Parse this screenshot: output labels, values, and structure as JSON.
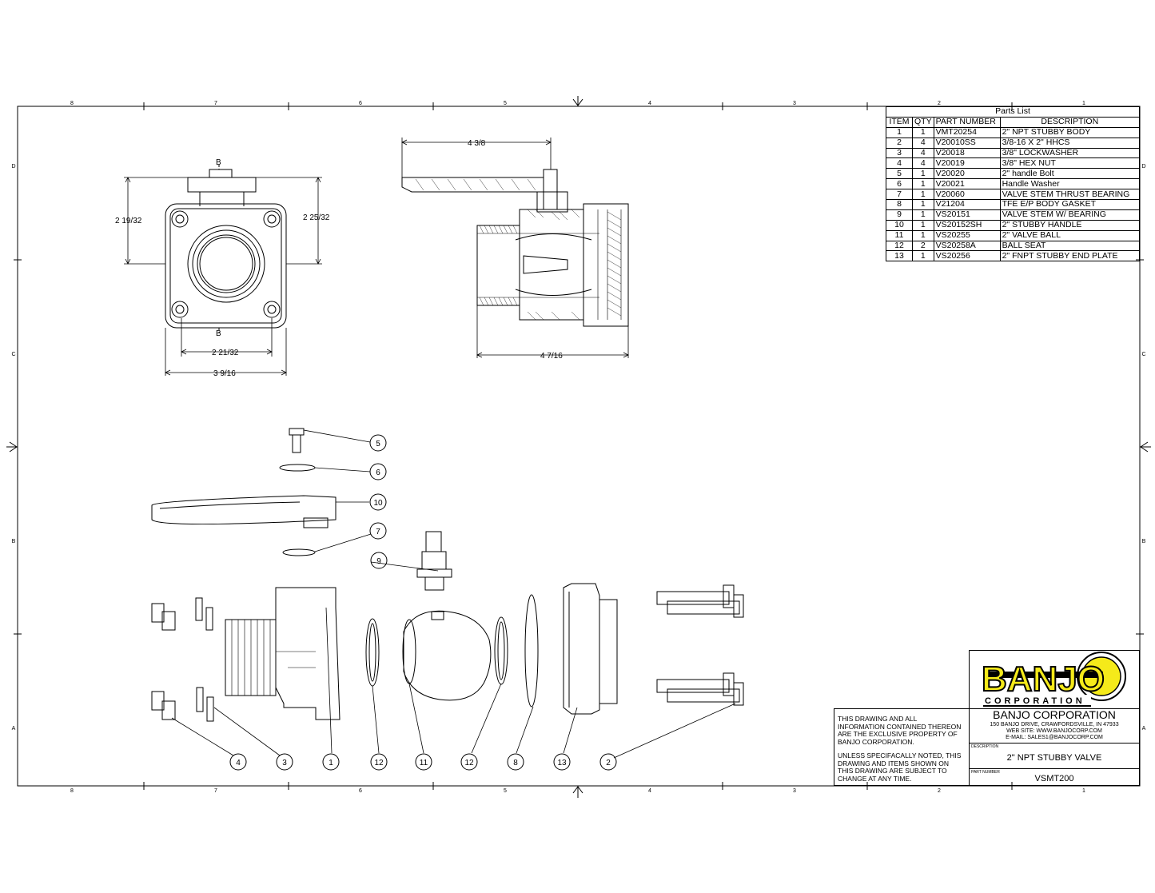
{
  "zones": {
    "columns": [
      "8",
      "7",
      "6",
      "5",
      "4",
      "3",
      "2",
      "1"
    ],
    "rows": [
      "D",
      "C",
      "B",
      "A"
    ]
  },
  "dimensions": {
    "front_height": "2 19/32",
    "front_height_right": "2 25/32",
    "front_bolt_width": "2 21/32",
    "front_width": "3 9/16",
    "side_handle": "4 3/8",
    "side_length": "4 7/16",
    "section_label": "B"
  },
  "balloons": {
    "b5": "5",
    "b6": "6",
    "b10": "10",
    "b7": "7",
    "b9": "9",
    "b4": "4",
    "b3": "3",
    "b1": "1",
    "b12a": "12",
    "b11": "11",
    "b12b": "12",
    "b8": "8",
    "b13": "13",
    "b2": "2"
  },
  "parts_list": {
    "title": "Parts List",
    "headers": [
      "ITEM",
      "QTY",
      "PART NUMBER",
      "DESCRIPTION"
    ],
    "rows": [
      [
        "1",
        "1",
        "VMT20254",
        "2\" NPT STUBBY BODY"
      ],
      [
        "2",
        "4",
        "V20010SS",
        "3/8-16 X 2\" HHCS"
      ],
      [
        "3",
        "4",
        "V20018",
        "3/8\" LOCKWASHER"
      ],
      [
        "4",
        "4",
        "V20019",
        "3/8\" HEX NUT"
      ],
      [
        "5",
        "1",
        "V20020",
        "2\" handle Bolt"
      ],
      [
        "6",
        "1",
        "V20021",
        "Handle Washer"
      ],
      [
        "7",
        "1",
        "V20060",
        "VALVE STEM THRUST BEARING"
      ],
      [
        "8",
        "1",
        "V21204",
        "TFE E/P BODY GASKET"
      ],
      [
        "9",
        "1",
        "VS20151",
        "VALVE STEM W/ BEARING"
      ],
      [
        "10",
        "1",
        "VS20152SH",
        "2\" STUBBY HANDLE"
      ],
      [
        "11",
        "1",
        "VS20255",
        "2\" VALVE BALL"
      ],
      [
        "12",
        "2",
        "VS20258A",
        "BALL SEAT"
      ],
      [
        "13",
        "1",
        "VS20256",
        "2\" FNPT STUBBY END PLATE"
      ]
    ]
  },
  "title_block": {
    "logo_text": "BANJO",
    "logo_sub": "CORPORATION",
    "company": "BANJO CORPORATION",
    "address": "150 BANJO DRIVE, CRAWFORDSVILLE, IN 47933",
    "website": "WEB SITE: WWW.BANJOCORP.COM",
    "email": "E-MAIL: SALES1@BANJOCORP.COM",
    "description_label": "DESCRIPTION",
    "description": "2\" NPT STUBBY VALVE",
    "part_number_label": "PART NUMBER",
    "part_number": "VSMT200",
    "notice1": "THIS DRAWING AND ALL INFORMATION CONTAINED THEREON ARE THE EXCLUSIVE PROPERTY OF BANJO CORPORATION.",
    "notice2": "UNLESS SPECIFACALLY NOTED, THIS DRAWING AND ITEMS SHOWN ON THIS DRAWING ARE SUBJECT TO CHANGE AT ANY TIME."
  },
  "colors": {
    "logo_yellow": "#f5ea1a",
    "line": "#000000"
  }
}
